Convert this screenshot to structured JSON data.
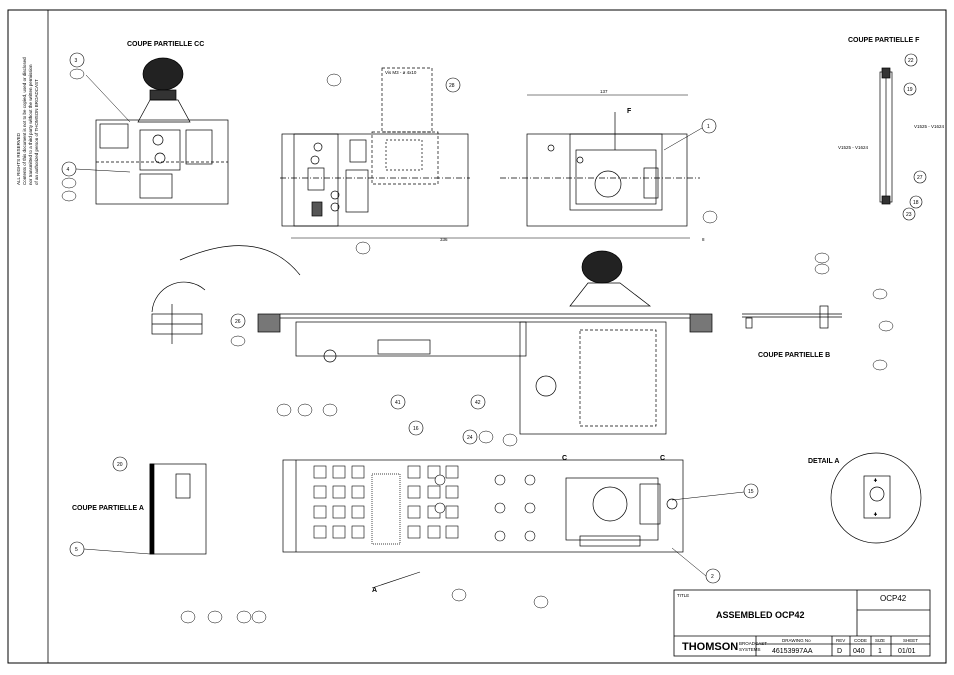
{
  "sections": {
    "coupe_cc": "COUPE PARTIELLE CC",
    "coupe_f": "COUPE PARTIELLE F",
    "coupe_b": "COUPE PARTIELLE B",
    "coupe_a": "COUPE PARTIELLE A",
    "detail_a": "DETAIL A"
  },
  "view_marks": {
    "f": "F",
    "c_left": "C",
    "c_right": "C",
    "a": "A"
  },
  "copyright_note": [
    "ALL RIGHTS RESERVED",
    "Contents of this document is not to be copied, used or disclosed",
    "nor transmitted to a third party without the written permission",
    "of an authorized person of THOMSON BROADCAST"
  ],
  "dimensions": {
    "top_width": "137",
    "overall_width": "336",
    "small_gap": "8"
  },
  "annotations": {
    "vis_top": "Vis M3 - ø 4x10",
    "vis_f": "V1525 - V1624",
    "vis_f2": "V1525 - V1624"
  },
  "balloons": [
    "3",
    "4",
    "28",
    "1",
    "2",
    "15",
    "22",
    "19",
    "27",
    "18",
    "23",
    "20",
    "5",
    "16",
    "24",
    "26",
    "41",
    "42"
  ],
  "title_block": {
    "title_label": "TITLE",
    "title": "ASSEMBLED OCP42",
    "part_name": "OCP42",
    "brand": "THOMSON",
    "brand_sub1": "BROADCAST",
    "brand_sub2": "SYSTEMS",
    "h_drawing": "DRAWING No",
    "h_rev": "REV",
    "h_code": "CODE",
    "h_size": "SIZE",
    "h_sheet": "SHEET",
    "drawing_no": "46153997AA",
    "rev": "D",
    "code": "040",
    "size": "1",
    "sheet": "01/01"
  }
}
